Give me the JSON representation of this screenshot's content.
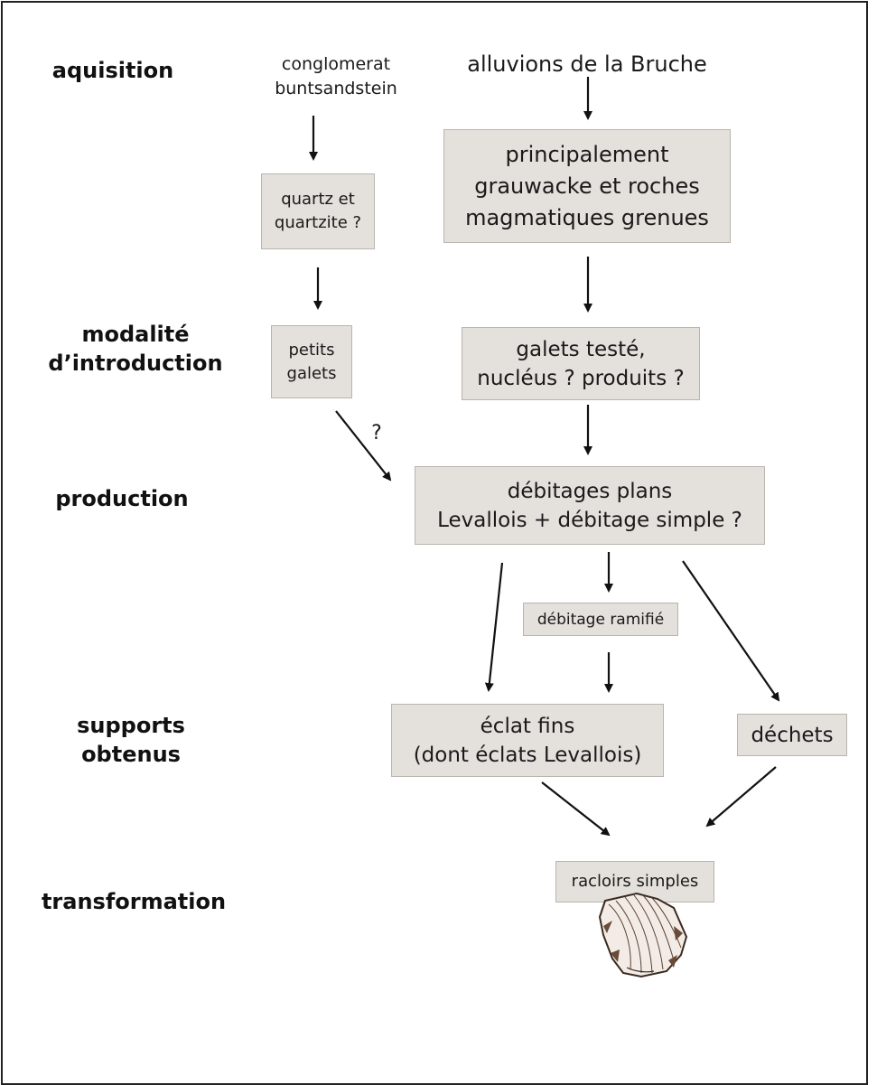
{
  "stages": {
    "aquisition": "aquisition",
    "modalite": "modalité\nd’introduction",
    "production": "production",
    "supports": "supports\nobtenus",
    "transformation": "transformation"
  },
  "sources": {
    "left": "conglomerat\nbuntsandstein",
    "right": "alluvions de la Bruche"
  },
  "boxes": {
    "quartz": "quartz et\nquartzite ?",
    "grauwacke": "principalement\ngrauwacke et roches\nmagmatiques grenues",
    "petits_galets": "petits\ngalets",
    "galets_teste": "galets testé,\nnucléus ? produits ?",
    "debitages_plans": "débitages plans\nLevallois + débitage simple ?",
    "debitage_ramifie": "débitage ramifié",
    "eclats_fins": "éclat fins\n(dont éclats Levallois)",
    "dechets": "déchets",
    "racloirs": "racloirs simples"
  },
  "question_mark": "?",
  "icon": "flint-scraper-drawing"
}
